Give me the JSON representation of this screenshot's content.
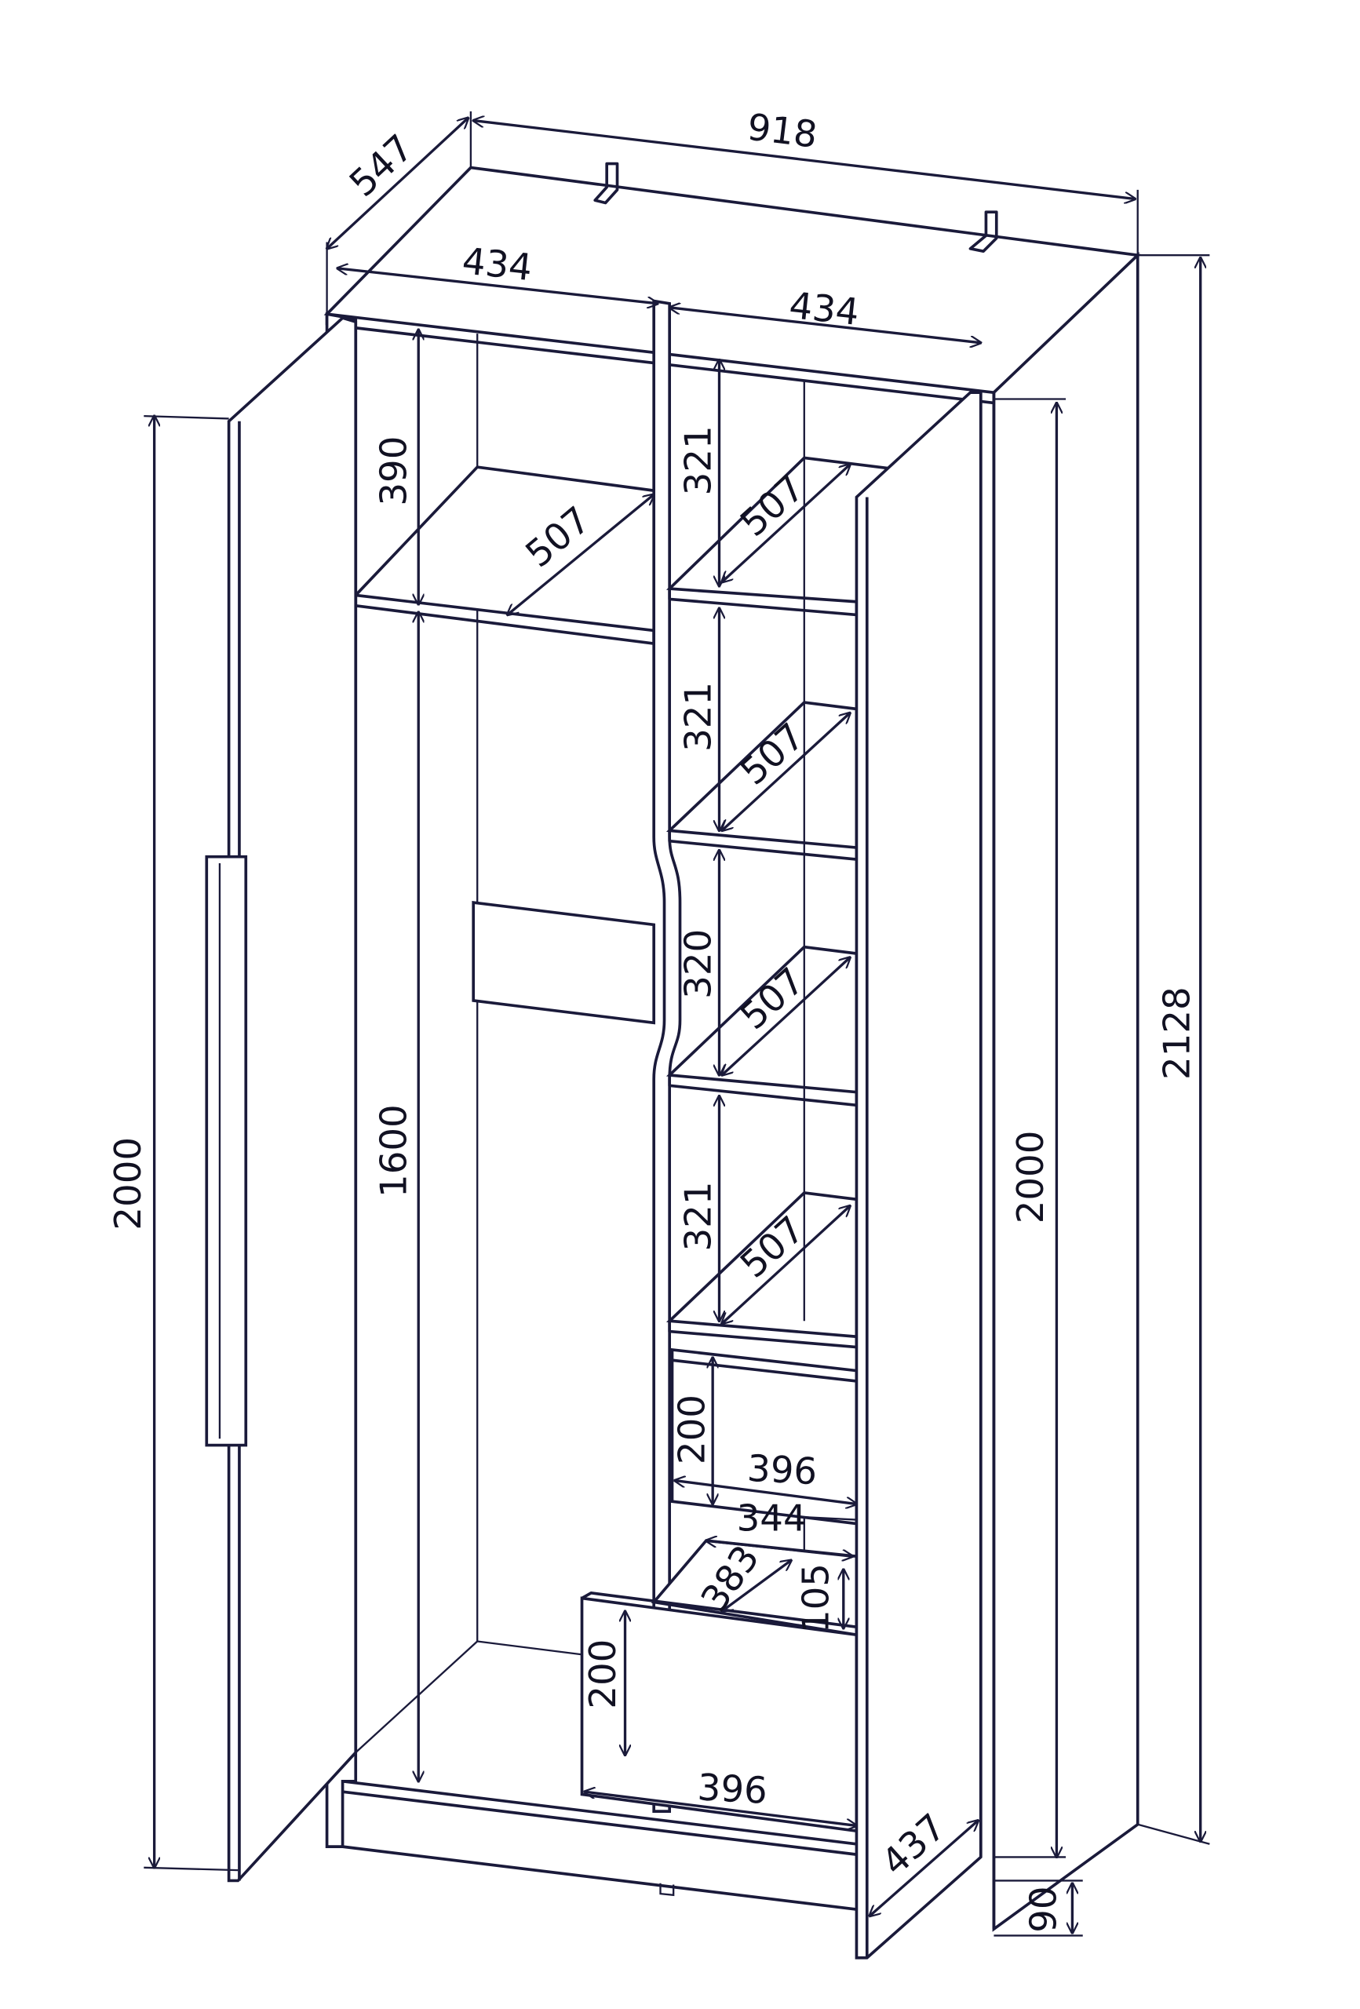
{
  "diagram": {
    "subject": "wardrobe",
    "line_color": "#1a1a3a"
  },
  "dimensions": {
    "overall_width": "918",
    "overall_depth": "547",
    "left_section_width": "434",
    "right_section_width": "434",
    "left_top_compartment_height": "390",
    "left_shelf_depth": "507",
    "hanging_height": "1600",
    "right_compartment_1_height": "321",
    "right_compartment_2_height": "321",
    "right_compartment_3_height": "320",
    "right_compartment_4_height": "321",
    "right_shelf_1_depth": "507",
    "right_shelf_2_depth": "507",
    "right_shelf_3_depth": "507",
    "right_shelf_4_depth": "507",
    "upper_drawer_height": "200",
    "upper_drawer_width": "396",
    "drawer_inner_width": "344",
    "drawer_inner_depth": "383",
    "drawer_inner_height": "105",
    "lower_drawer_height": "200",
    "lower_drawer_width": "396",
    "door_width": "437",
    "plinth_height": "90",
    "left_door_height": "2000",
    "carcass_door_height": "2000",
    "overall_height": "2128"
  }
}
